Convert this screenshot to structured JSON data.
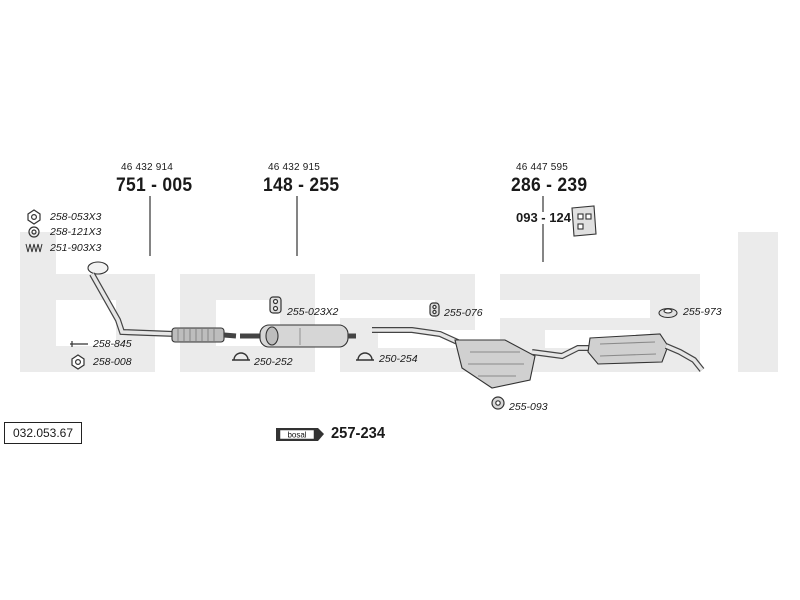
{
  "watermark": {
    "text": "bosal",
    "color": "#ebebeb"
  },
  "catalog_number": "032.053.67",
  "main_parts": [
    {
      "oe_number": "46 432 914",
      "part_number": "751 - 005"
    },
    {
      "oe_number": "46 432 915",
      "part_number": "148 - 255"
    },
    {
      "oe_number": "46 447 595",
      "part_number": "286 - 239"
    }
  ],
  "sub_part": {
    "part_number": "093 - 124"
  },
  "accessories": [
    {
      "id": "258-053X3",
      "label": "258-053X3",
      "icon": "hex-nut-icon"
    },
    {
      "id": "258-121X3",
      "label": "258-121X3",
      "icon": "washer-ring-icon"
    },
    {
      "id": "251-903X3",
      "label": "251-903X3",
      "icon": "spring-icon"
    },
    {
      "id": "258-845",
      "label": "258-845",
      "icon": "stud-bolt-icon"
    },
    {
      "id": "258-008",
      "label": "258-008",
      "icon": "hex-nut-icon"
    },
    {
      "id": "255-023X2",
      "label": "255-023X2",
      "icon": "rubber-hanger-icon"
    },
    {
      "id": "250-252",
      "label": "250-252",
      "icon": "clamp-icon"
    },
    {
      "id": "250-254",
      "label": "250-254",
      "icon": "clamp-icon"
    },
    {
      "id": "255-076",
      "label": "255-076",
      "icon": "rubber-hanger-icon"
    },
    {
      "id": "255-093",
      "label": "255-093",
      "icon": "rubber-ring-icon"
    },
    {
      "id": "255-973",
      "label": "255-973",
      "icon": "rubber-mount-icon"
    }
  ],
  "mounting_kit": {
    "badge_text": "bosal",
    "part_number": "257-234"
  },
  "colors": {
    "line": "#333333",
    "part_fill": "#d6d6d6",
    "part_dark": "#8a8a8a"
  }
}
